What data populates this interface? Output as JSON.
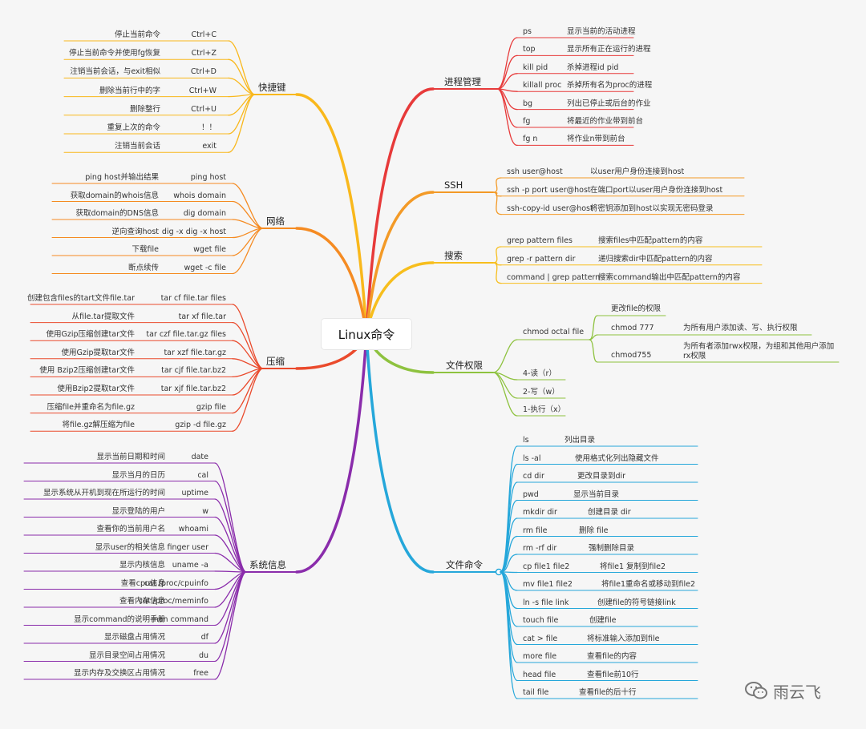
{
  "center": "Linux命令",
  "colors": {
    "shortcut": "#f9b81c",
    "network": "#f58b22",
    "compress": "#ea4a2c",
    "sysinfo": "#8a2cab",
    "process": "#e73a3a",
    "ssh": "#f39a27",
    "search": "#f7be1d",
    "perm": "#8ec23f",
    "file": "#25a7da"
  },
  "categories": {
    "shortcut": "快捷键",
    "network": "网络",
    "compress": "压缩",
    "sysinfo": "系统信息",
    "process": "进程管理",
    "ssh": "SSH",
    "search": "搜索",
    "perm": "文件权限",
    "file": "文件命令"
  },
  "shortcut": [
    {
      "desc": "停止当前命令",
      "cmd": "Ctrl+C"
    },
    {
      "desc": "停止当前命令并使用fg恢复",
      "cmd": "Ctrl+Z"
    },
    {
      "desc": "注销当前会话，与exit相似",
      "cmd": "Ctrl+D"
    },
    {
      "desc": "删除当前行中的字",
      "cmd": "Ctrl+W"
    },
    {
      "desc": "删除整行",
      "cmd": "Ctrl+U"
    },
    {
      "desc": "重复上次的命令",
      "cmd": "！！"
    },
    {
      "desc": "注销当前会话",
      "cmd": "exit"
    }
  ],
  "network": [
    {
      "desc": "ping host并输出结果",
      "cmd": "ping host"
    },
    {
      "desc": "获取domain的whois信息",
      "cmd": "whois domain"
    },
    {
      "desc": "获取domain的DNS信息",
      "cmd": "dig domain"
    },
    {
      "desc": "逆向查询host",
      "cmd": "dig -x dig -x host"
    },
    {
      "desc": "下载file",
      "cmd": "wget file"
    },
    {
      "desc": "断点续传",
      "cmd": "wget -c file"
    }
  ],
  "compress": [
    {
      "desc": "创建包含files的tart文件file.tar",
      "cmd": "tar cf file.tar files"
    },
    {
      "desc": "从file.tar提取文件",
      "cmd": "tar xf file.tar"
    },
    {
      "desc": "使用Gzip压缩创建tar文件",
      "cmd": "tar czf file.tar.gz files"
    },
    {
      "desc": "使用Gzip提取tar文件",
      "cmd": "tar xzf file.tar.gz"
    },
    {
      "desc": "使用 Bzip2压缩创建tar文件",
      "cmd": "tar cjf file.tar.bz2"
    },
    {
      "desc": "使用Bzip2提取tar文件",
      "cmd": "tar xjf file.tar.bz2"
    },
    {
      "desc": "压缩file并重命名为file.gz",
      "cmd": "gzip file"
    },
    {
      "desc": "将file.gz解压缩为file",
      "cmd": "gzip -d file.gz"
    }
  ],
  "sysinfo": [
    {
      "desc": "显示当前日期和时间",
      "cmd": "date"
    },
    {
      "desc": "显示当月的日历",
      "cmd": "cal"
    },
    {
      "desc": "显示系统从开机到现在所运行的时间",
      "cmd": "uptime"
    },
    {
      "desc": "显示登陆的用户",
      "cmd": "w"
    },
    {
      "desc": "查看你的当前用户名",
      "cmd": "whoami"
    },
    {
      "desc": "显示user的相关信息",
      "cmd": "finger user"
    },
    {
      "desc": "显示内核信息",
      "cmd": "uname -a"
    },
    {
      "desc": "查看cpu信息",
      "cmd": "cat /proc/cpuinfo"
    },
    {
      "desc": "查看内存信息",
      "cmd": "cat /proc/meminfo"
    },
    {
      "desc": "显示command的说明手册",
      "cmd": "man command"
    },
    {
      "desc": "显示磁盘占用情况",
      "cmd": "df"
    },
    {
      "desc": "显示目录空间占用情况",
      "cmd": "du"
    },
    {
      "desc": "显示内存及交换区占用情况",
      "cmd": "free"
    }
  ],
  "process": [
    {
      "cmd": "ps",
      "desc": "显示当前的活动进程"
    },
    {
      "cmd": "top",
      "desc": "显示所有正在运行的进程"
    },
    {
      "cmd": "kill pid",
      "desc": "杀掉进程id pid"
    },
    {
      "cmd": "killall proc",
      "desc": "杀掉所有名为proc的进程"
    },
    {
      "cmd": "bg",
      "desc": "列出已停止或后台的作业"
    },
    {
      "cmd": "fg",
      "desc": "将最近的作业带到前台"
    },
    {
      "cmd": "fg n",
      "desc": "将作业n带到前台"
    }
  ],
  "ssh": [
    {
      "cmd": "ssh user@host",
      "desc": "以user用户身份连接到host"
    },
    {
      "cmd": "ssh -p port user@host",
      "desc": "在端口port以user用户身份连接到host"
    },
    {
      "cmd": "ssh-copy-id user@host",
      "desc": "将密钥添加到host以实现无密码登录"
    }
  ],
  "search": [
    {
      "cmd": "grep pattern files",
      "desc": "搜索files中匹配pattern的内容"
    },
    {
      "cmd": "grep -r pattern dir",
      "desc": "递归搜索dir中匹配pattern的内容"
    },
    {
      "cmd": "command | grep pattern",
      "desc": "搜索command输出中匹配pattern的内容"
    }
  ],
  "perm": {
    "chmod": "chmod octal file",
    "chmod_desc": "更改file的权限",
    "chmod777": "chmod 777",
    "chmod777_desc": "为所有用户添加读、写、执行权限",
    "chmod755": "chmod755",
    "chmod755_desc": "为所有者添加rwx权限，为组和其他用户添加rx权限",
    "r": "4-读（r）",
    "w": "2-写（w）",
    "x": "1-执行（x）"
  },
  "file": [
    {
      "cmd": "ls",
      "desc": "列出目录"
    },
    {
      "cmd": "ls -al",
      "desc": "使用格式化列出隐藏文件"
    },
    {
      "cmd": "cd dir",
      "desc": "更改目录到dir"
    },
    {
      "cmd": "pwd",
      "desc": "显示当前目录"
    },
    {
      "cmd": "mkdir dir",
      "desc": "创建目录 dir"
    },
    {
      "cmd": "rm file",
      "desc": "删除 file"
    },
    {
      "cmd": "rm -rf dir",
      "desc": "强制删除目录"
    },
    {
      "cmd": "cp file1 file2",
      "desc": "将file1 复制到file2"
    },
    {
      "cmd": "mv file1 file2",
      "desc": "将file1重命名或移动到file2"
    },
    {
      "cmd": "ln -s file link",
      "desc": "创建file的符号链接link"
    },
    {
      "cmd": "touch file",
      "desc": "创建file"
    },
    {
      "cmd": "cat > file",
      "desc": "将标准输入添加到file"
    },
    {
      "cmd": "more file",
      "desc": "查看file的内容"
    },
    {
      "cmd": "head file",
      "desc": "查看file前10行"
    },
    {
      "cmd": "tail file",
      "desc": "查看file的后十行"
    }
  ],
  "watermark": "雨云飞"
}
